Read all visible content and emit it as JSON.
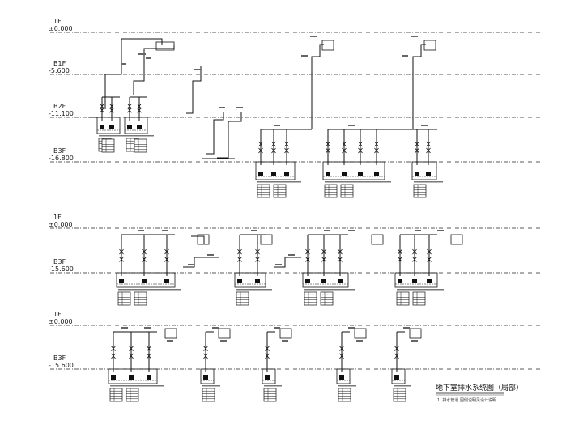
{
  "levels": [
    {
      "label": "1F",
      "elev": "±0.000"
    },
    {
      "label": "B1F",
      "elev": "-5.600"
    },
    {
      "label": "B2F",
      "elev": "-11.100"
    },
    {
      "label": "B3F",
      "elev": "-16.800"
    },
    {
      "label": "1F",
      "elev": "±0.000"
    },
    {
      "label": "B3F",
      "elev": "-15.600"
    },
    {
      "label": "1F",
      "elev": "±0.000"
    },
    {
      "label": "B3F",
      "elev": "-15.600"
    }
  ],
  "title": {
    "main": "地下室排水系统图（局部）",
    "sub": "1. 排水管道 图例说明见设计说明"
  }
}
